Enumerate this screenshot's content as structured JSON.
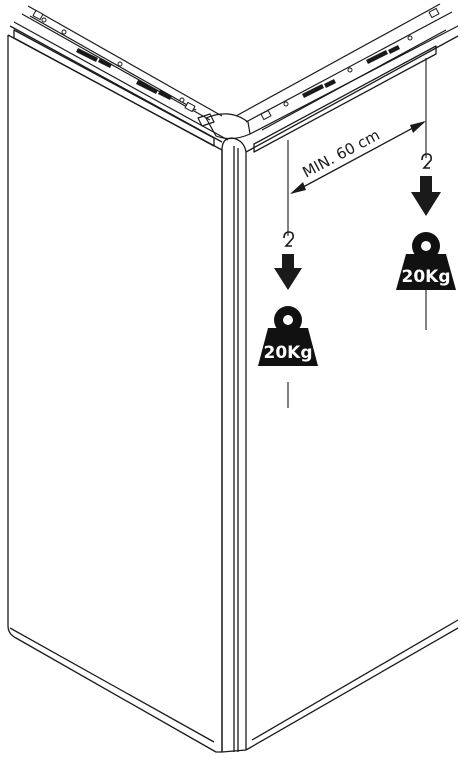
{
  "diagram": {
    "dimension_label": "MIN. 60 cm",
    "weights": [
      {
        "label": "20Kg"
      },
      {
        "label": "20Kg"
      }
    ],
    "colors": {
      "line": "#1a1a1a",
      "weight_fill": "#111111",
      "weight_text": "#ffffff",
      "background": "#ffffff"
    }
  }
}
